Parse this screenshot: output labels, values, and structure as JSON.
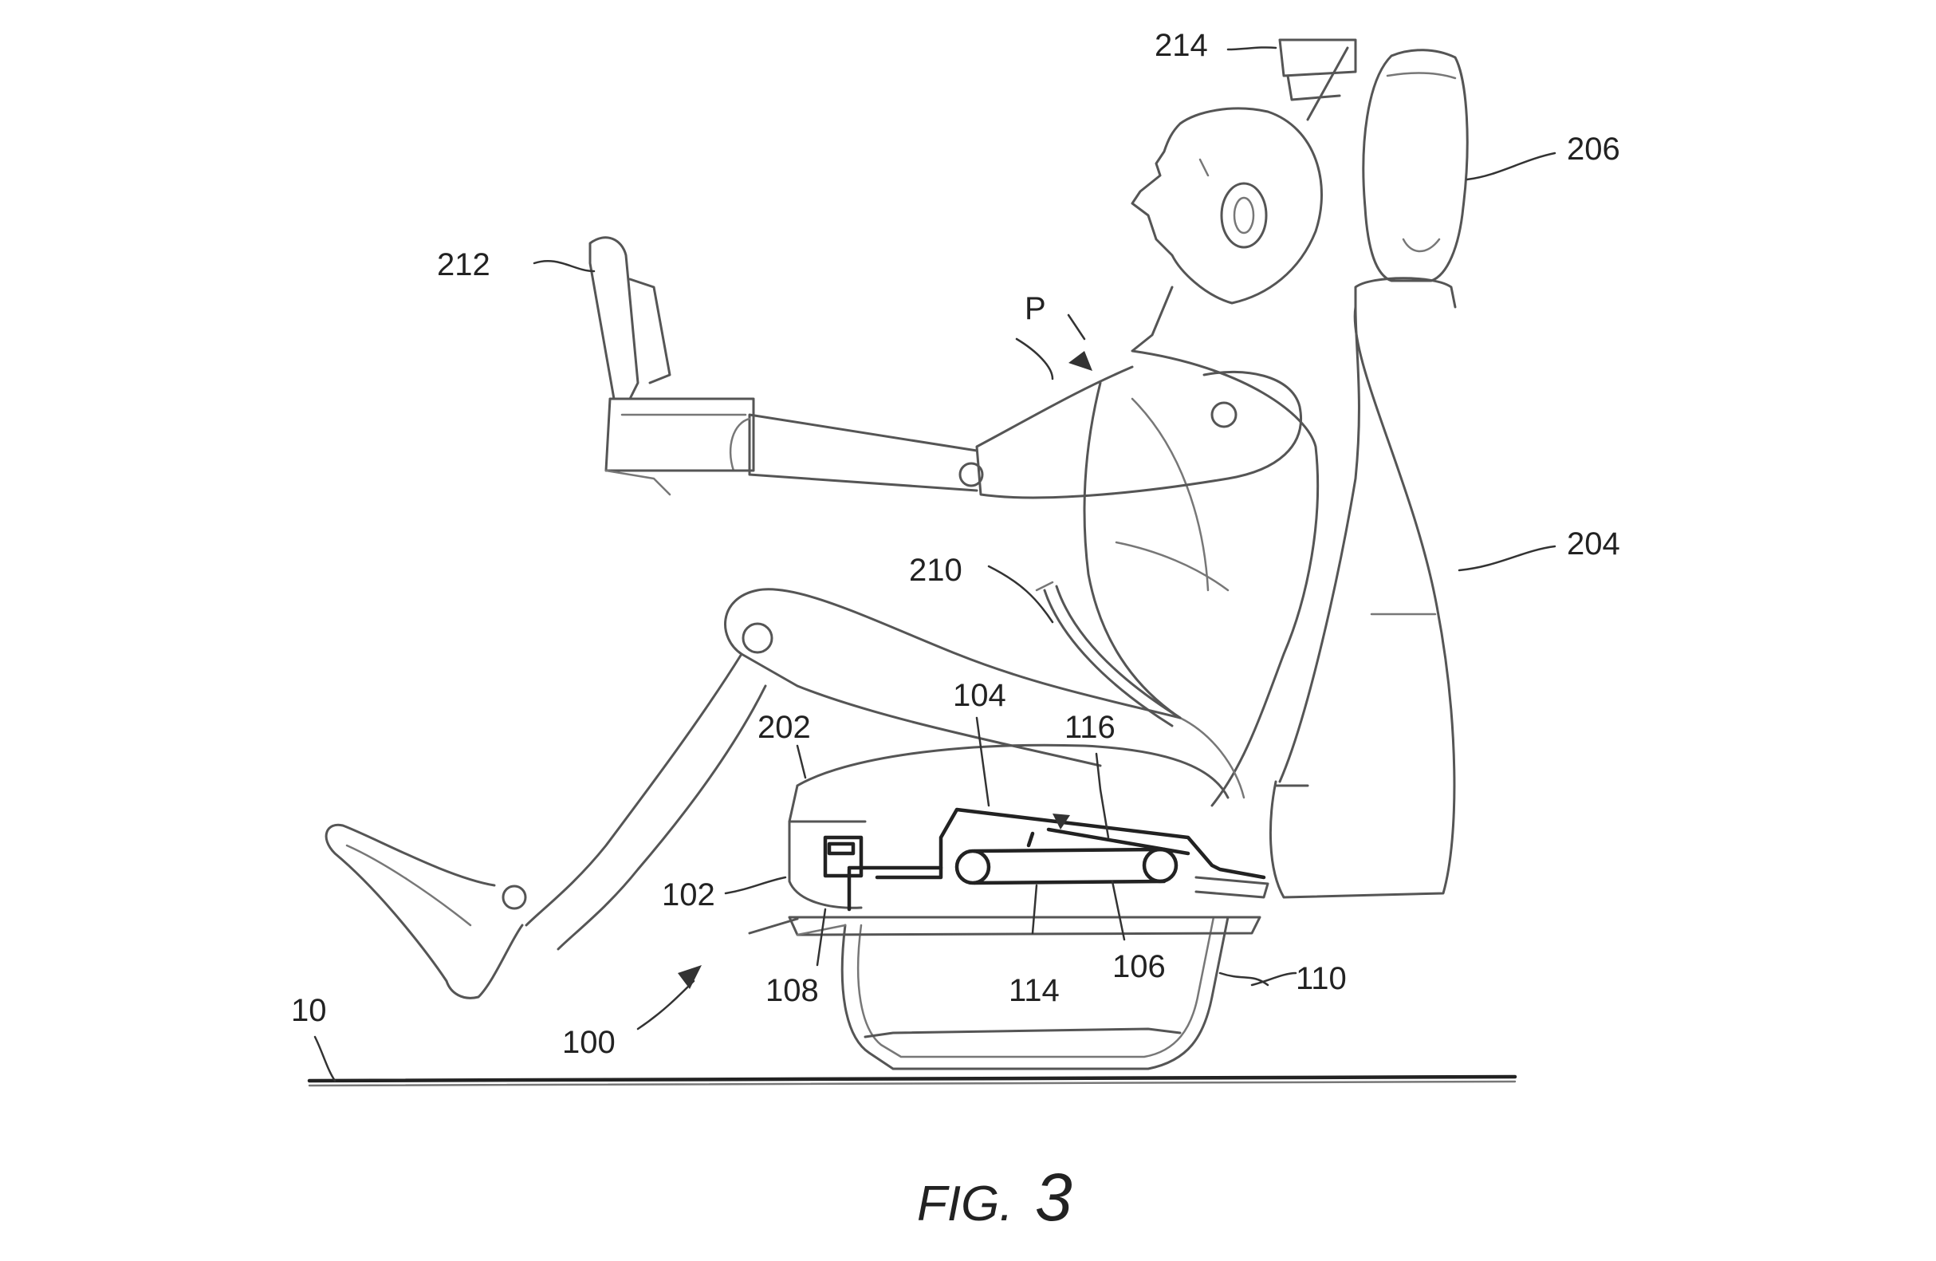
{
  "figure": {
    "caption_prefix": "FIG.",
    "caption_number": "3"
  },
  "labels": {
    "ref_10": "10",
    "ref_100": "100",
    "ref_102": "102",
    "ref_104": "104",
    "ref_106": "106",
    "ref_108": "108",
    "ref_110": "110",
    "ref_114": "114",
    "ref_116": "116",
    "ref_202": "202",
    "ref_204": "204",
    "ref_206": "206",
    "ref_210": "210",
    "ref_212": "212",
    "ref_214": "214",
    "ref_p": "P"
  },
  "colors": {
    "line": "#555555",
    "dark_line": "#222222",
    "background": "#ffffff"
  }
}
